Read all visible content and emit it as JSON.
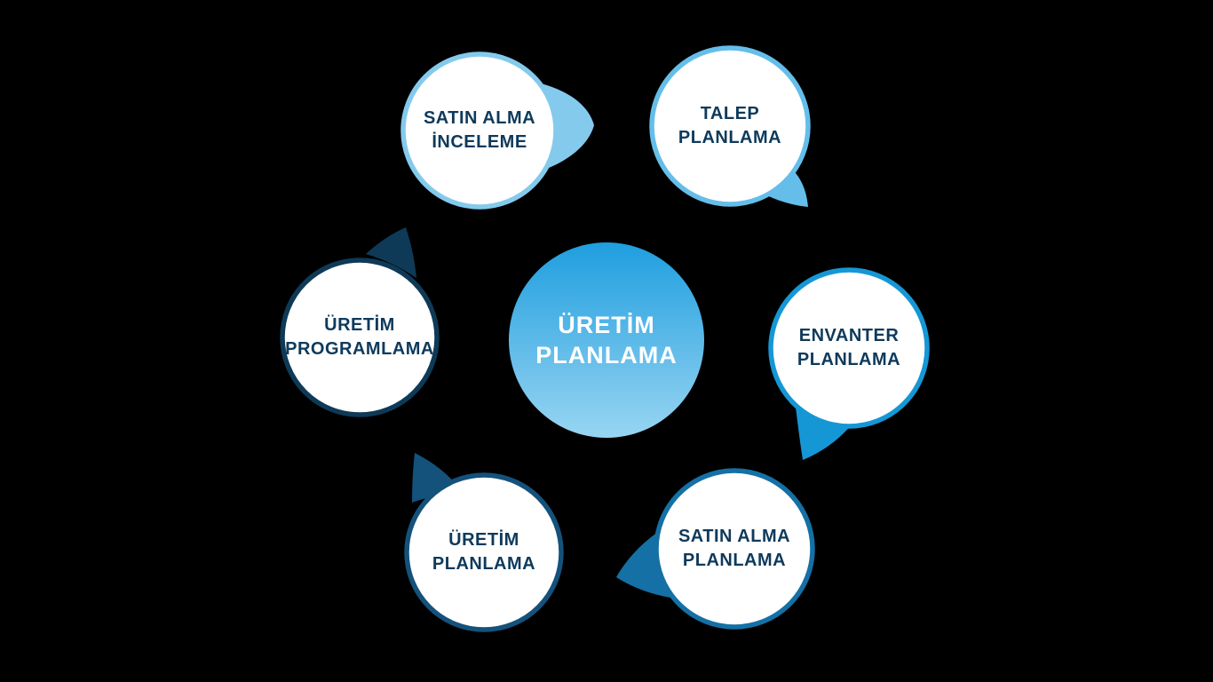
{
  "background_color": "#000000",
  "label_text_color": "#0E3A5B",
  "center": {
    "id": "uretim-planlama-merkez",
    "label_line1": "ÜRETİM",
    "label_line2": "PLANLAMA",
    "text_color": "#FFFFFF",
    "gradient_top": "#1F9EDF",
    "gradient_bottom": "#98D5F2"
  },
  "nodes": [
    {
      "id": "satin-alma-inceleme",
      "label_line1": "SATIN ALMA",
      "label_line2": "İNCELEME",
      "color": "#84CAED"
    },
    {
      "id": "talep-planlama",
      "label_line1": "TALEP",
      "label_line2": "PLANLAMA",
      "color": "#64BEE9"
    },
    {
      "id": "envanter-planlama",
      "label_line1": "ENVANTER",
      "label_line2": "PLANLAMA",
      "color": "#1697D5"
    },
    {
      "id": "satin-alma-planlama",
      "label_line1": "SATIN ALMA",
      "label_line2": "PLANLAMA",
      "color": "#1470A5"
    },
    {
      "id": "uretim-planlama",
      "label_line1": "ÜRETİM",
      "label_line2": "PLANLAMA",
      "color": "#14517B"
    },
    {
      "id": "uretim-programlama",
      "label_line1": "ÜRETİM",
      "label_line2": "PROGRAMLAMA",
      "color": "#0E3A57"
    }
  ]
}
